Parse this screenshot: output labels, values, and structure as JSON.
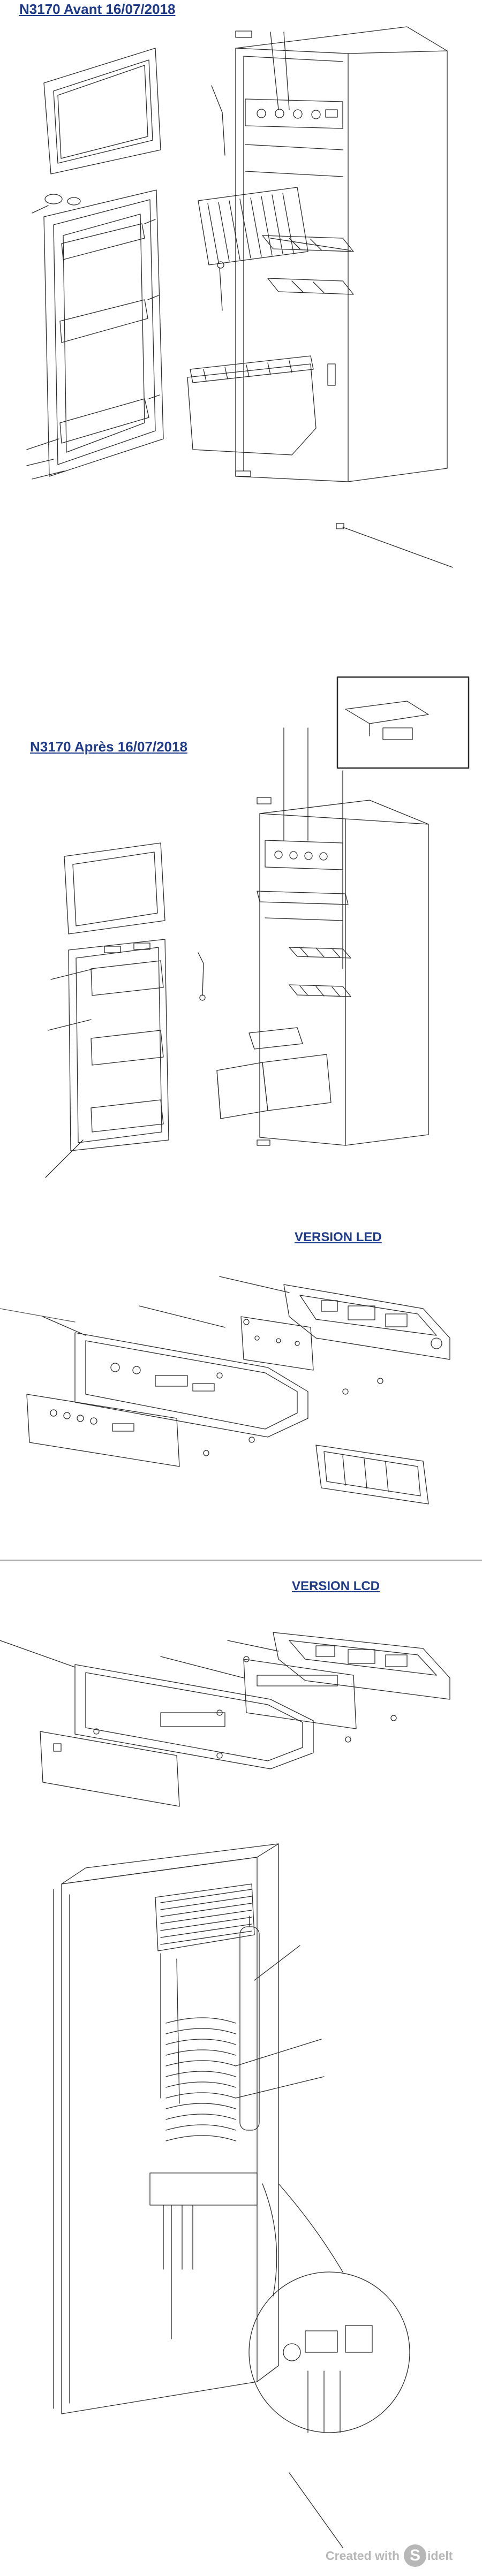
{
  "sections": {
    "avant_title": "N3170 Avant 16/07/2018",
    "apres_title": "N3170 Après 16/07/2018",
    "led_title": "VERSION LED",
    "lcd_title": "VERSION LCD"
  },
  "watermark": {
    "prefix": "Created with",
    "logo_letter": "S",
    "suffix": "idelt"
  },
  "colors": {
    "heading": "#1f3a8a",
    "line": "#2b2b2b",
    "watermark": "#b7b7b7"
  }
}
